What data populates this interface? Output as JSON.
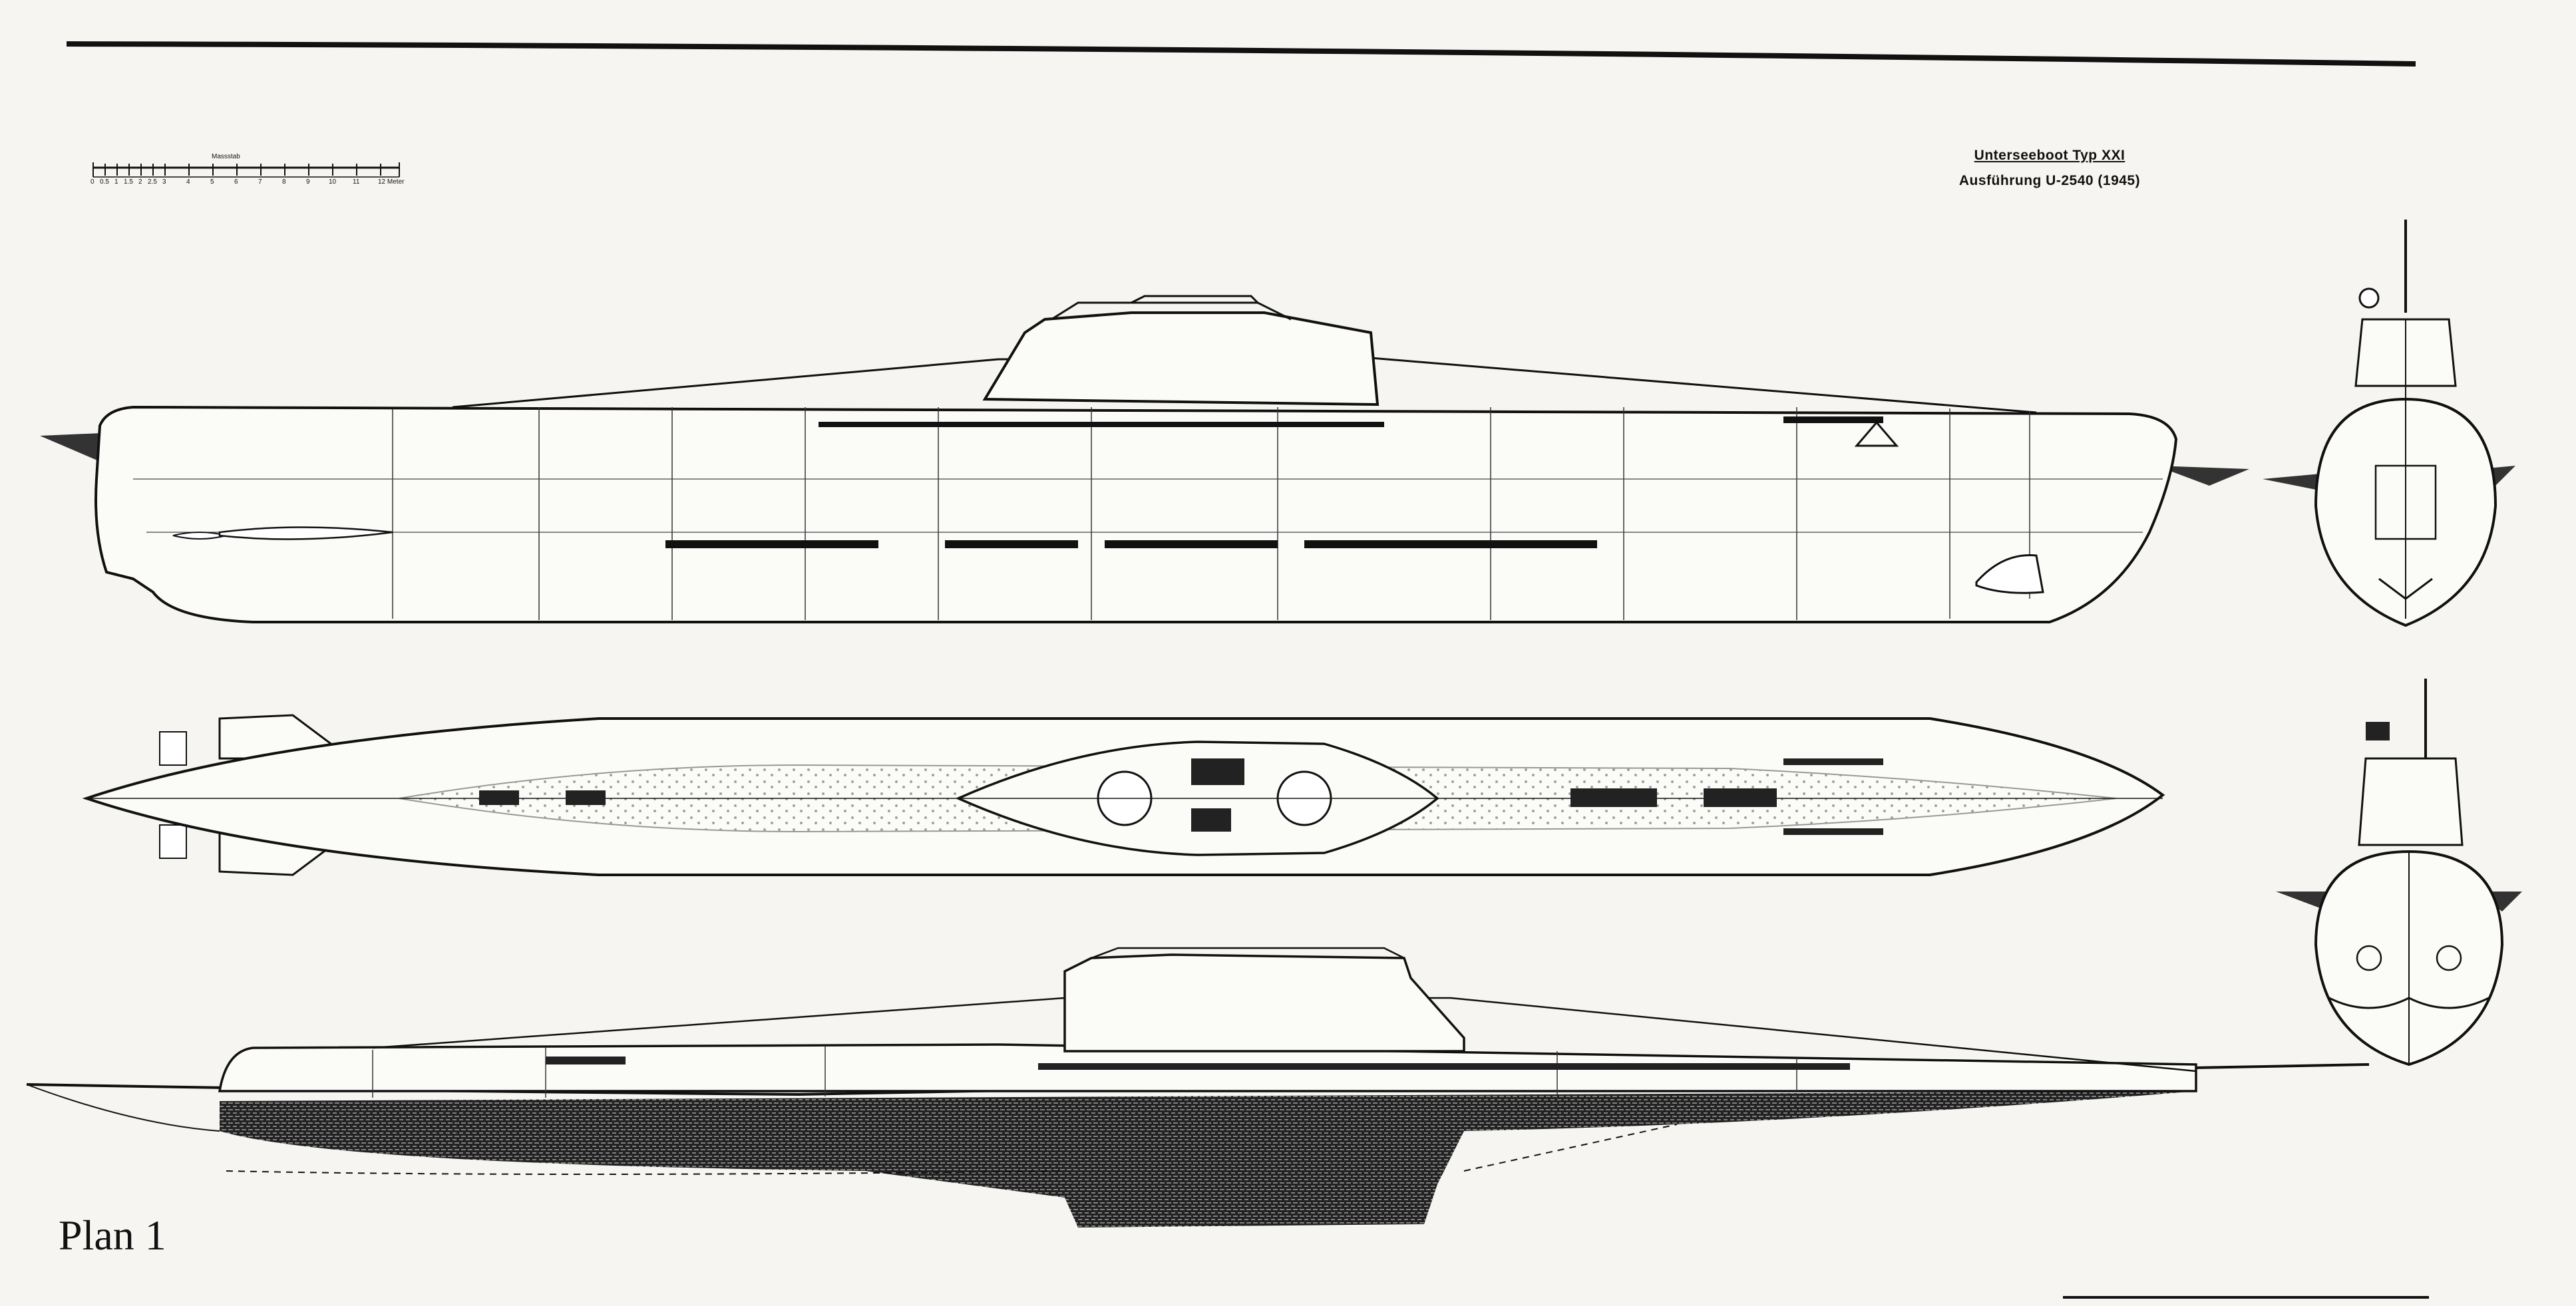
{
  "title": "Unterseeboot Typ XXI",
  "subtitle": "Ausführung U-2540 (1945)",
  "plan_label": "Plan 1",
  "scale": {
    "caption": "Massstab",
    "ticks": [
      "0",
      "0.5",
      "1",
      "1.5",
      "2",
      "2.5",
      "3",
      "4",
      "5",
      "6",
      "7",
      "8",
      "9",
      "10",
      "11",
      "12 Meter"
    ]
  }
}
